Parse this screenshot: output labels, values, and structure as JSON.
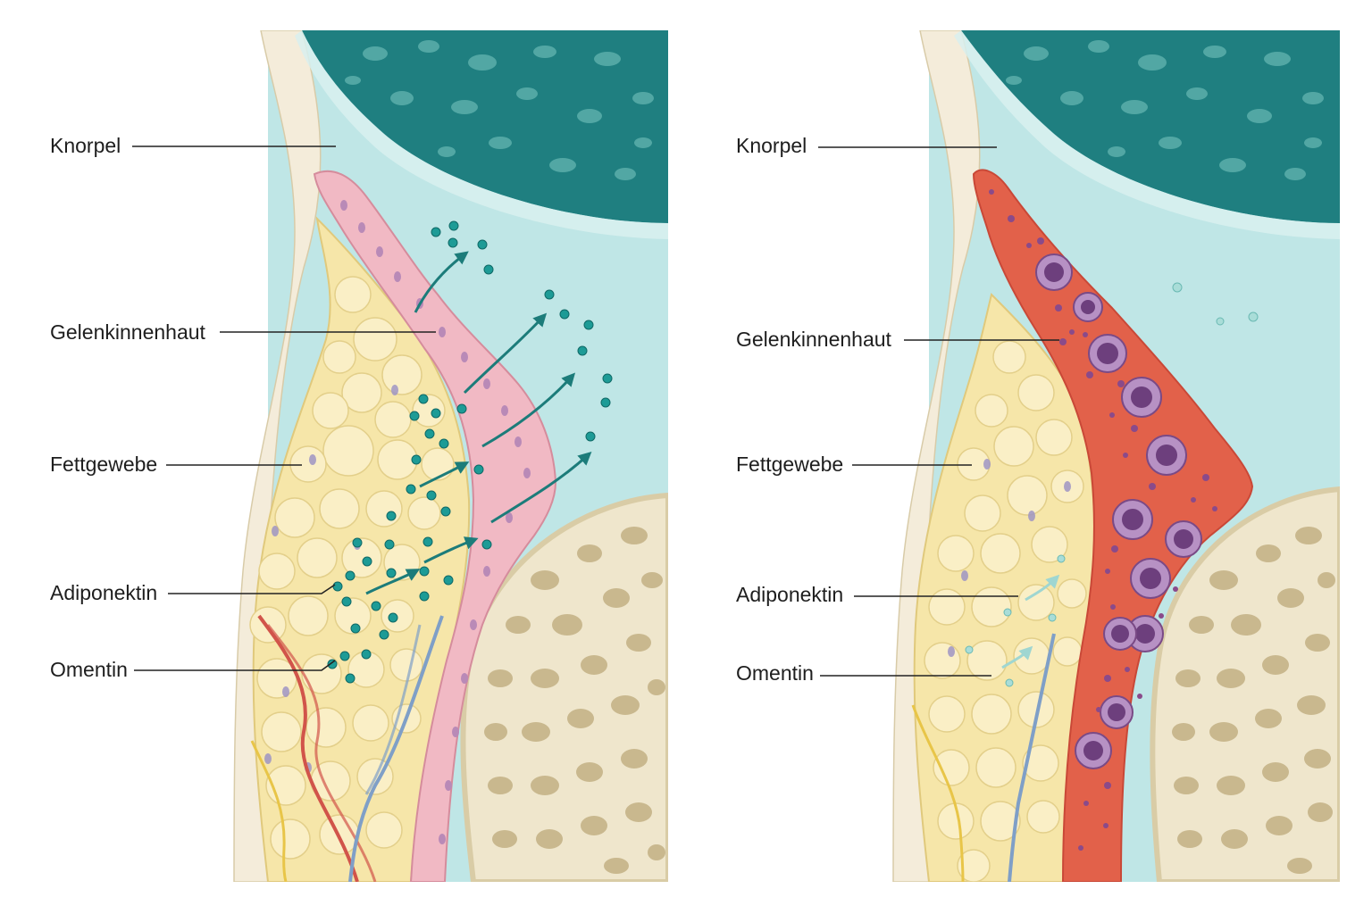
{
  "panels": [
    {
      "id": "left",
      "labels": {
        "cartilage": "Knorpel",
        "synovium": "Gelenkinnenhaut",
        "fat": "Fettgewebe",
        "adiponectin": "Adiponektin",
        "omentin": "Omentin"
      }
    },
    {
      "id": "right",
      "labels": {
        "cartilage": "Knorpel",
        "synovium": "Gelenkinnenhaut",
        "fat": "Fettgewebe",
        "adiponectin": "Adiponektin",
        "omentin": "Omentin"
      }
    }
  ],
  "colors": {
    "cartilage_cap": "#1f7f80",
    "cartilage_pore": "#5fb2ad",
    "joint_fluid": "#bfe6e6",
    "capsule": "#f4ecda",
    "synovium_healthy": "#f1b9c4",
    "synovium_inflamed": "#e2614a",
    "fat_tissue": "#f6e6a9",
    "fat_cell": "#faefc6",
    "bone": "#efe6cc",
    "bone_pore": "#c9b88e",
    "molecule": "#1d9b96",
    "immune_cell": "#7a4a86",
    "artery": "#d1544a",
    "vein": "#7f9fc7",
    "nerve": "#e8c548"
  },
  "icons": [
    "molecule-dot-icon",
    "secretion-arrow-icon",
    "immune-cell-icon",
    "blood-vessel-icon"
  ]
}
